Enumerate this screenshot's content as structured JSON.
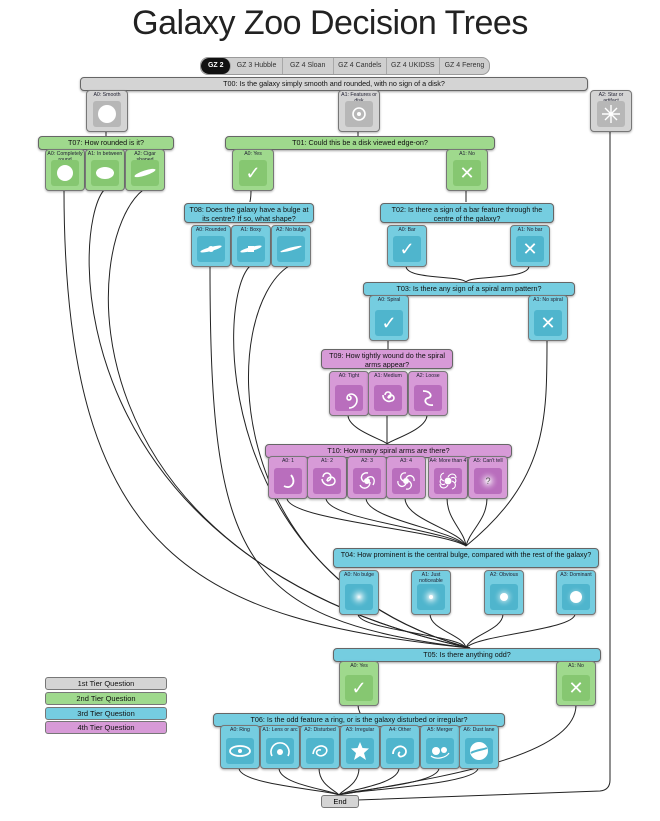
{
  "title": "Galaxy Zoo Decision Trees",
  "tabs": [
    "GZ 2",
    "GZ 3 Hubble",
    "GZ 4 Sloan",
    "GZ 4 Candels",
    "GZ 4 UKIDSS",
    "GZ 4 Fereng"
  ],
  "active_tab": "GZ 2",
  "legend": [
    {
      "label": "1st Tier Question",
      "tier": "g1"
    },
    {
      "label": "2nd Tier Question",
      "tier": "g2"
    },
    {
      "label": "3rd Tier Question",
      "tier": "g3"
    },
    {
      "label": "4th Tier Question",
      "tier": "g4"
    }
  ],
  "questions": {
    "t00": "T00: Is the galaxy simply smooth and rounded, with no sign of a disk?",
    "t07": "T07: How rounded is it?",
    "t01": "T01: Could this be a disk viewed edge-on?",
    "t08": "T08: Does the galaxy have a bulge at its centre? If so, what shape?",
    "t02": "T02: Is there a sign of a bar feature through the centre of the galaxy?",
    "t03": "T03: Is there any sign of a spiral arm pattern?",
    "t09": "T09: How tightly wound do the spiral arms appear?",
    "t10": "T10: How many spiral arms are there?",
    "t04": "T04: How prominent is the central bulge, compared with the rest of the galaxy?",
    "t05": "T05: Is there anything odd?",
    "t06": "T06: Is the odd feature a ring, or is the galaxy disturbed or irregular?"
  },
  "answers": {
    "t00": [
      "A0: Smooth",
      "A1: Features or disk",
      "A2: Star or artifact"
    ],
    "t07": [
      "A0: Completely round",
      "A1: In between",
      "A2: Cigar shaped"
    ],
    "t01": [
      "A0: Yes",
      "A1: No"
    ],
    "t08": [
      "A0: Rounded",
      "A1: Boxy",
      "A2: No bulge"
    ],
    "t02": [
      "A0: Bar",
      "A1: No bar"
    ],
    "t03": [
      "A0: Spiral",
      "A1: No spiral"
    ],
    "t09": [
      "A0: Tight",
      "A1: Medium",
      "A2: Loose"
    ],
    "t10": [
      "A0: 1",
      "A1: 2",
      "A2: 3",
      "A3: 4",
      "A4: More than 4",
      "A5: Can't tell"
    ],
    "t04": [
      "A0: No bulge",
      "A1: Just noticeable",
      "A2: Obvious",
      "A3: Dominant"
    ],
    "t05": [
      "A0: Yes",
      "A1: No"
    ],
    "t06": [
      "A0: Ring",
      "A1: Lens or arc",
      "A2: Disturbed",
      "A3: Irregular",
      "A4: Other",
      "A5: Merger",
      "A6: Dust lane"
    ]
  },
  "icons": {
    "t00": [
      "smooth-galaxy-icon",
      "disk-galaxy-icon",
      "star-icon"
    ],
    "t07": [
      "round-icon",
      "in-between-icon",
      "cigar-icon"
    ],
    "t01": [
      "check-icon",
      "cross-icon"
    ],
    "t08": [
      "rounded-bulge-icon",
      "boxy-bulge-icon",
      "no-bulge-icon"
    ],
    "t02": [
      "check-icon",
      "cross-icon"
    ],
    "t03": [
      "check-icon",
      "cross-icon"
    ],
    "t09": [
      "tight-spiral-icon",
      "medium-spiral-icon",
      "loose-spiral-icon"
    ],
    "t10": [
      "one-arm-icon",
      "two-arms-icon",
      "three-arms-icon",
      "four-arms-icon",
      "many-arms-icon",
      "cant-tell-icon"
    ],
    "t04": [
      "no-bulge-icon",
      "just-noticeable-icon",
      "obvious-bulge-icon",
      "dominant-bulge-icon"
    ],
    "t05": [
      "check-icon",
      "cross-icon"
    ],
    "t06": [
      "ring-icon",
      "lens-arc-icon",
      "disturbed-icon",
      "irregular-icon",
      "other-icon",
      "merger-icon",
      "dust-lane-icon"
    ]
  },
  "glyphs": {
    "check": "✓",
    "cross": "✕",
    "cant_tell": "?"
  },
  "end_label": "End"
}
